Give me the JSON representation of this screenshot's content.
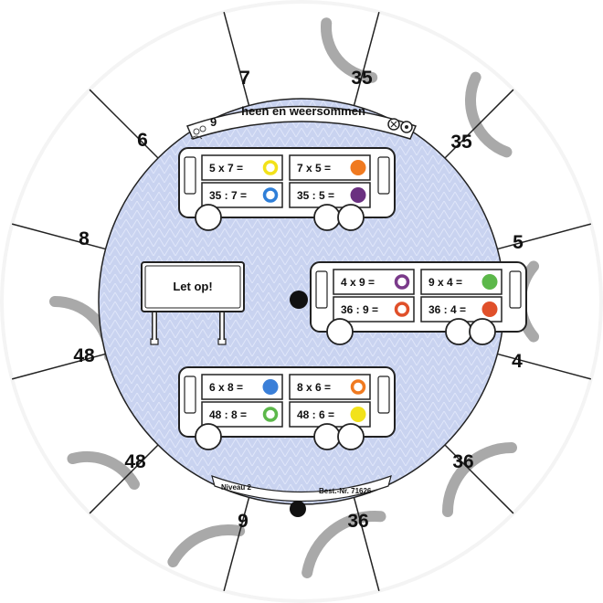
{
  "ribbon": {
    "title": "heen en weersommen",
    "badge_number": "9",
    "badge_icon": "people-icon",
    "right_icon": "twin-circle-icon"
  },
  "footer": {
    "level": "Niveau 2",
    "order_number": "Best.-Nr. 71626"
  },
  "sign": {
    "text": "Let op!"
  },
  "outer_numbers": [
    "7",
    "35",
    "35",
    "5",
    "4",
    "36",
    "36",
    "9",
    "48",
    "48",
    "8",
    "6"
  ],
  "buses": [
    {
      "cells": [
        {
          "text": "5 x 7 =",
          "color": "#f2e21a",
          "style": "ring"
        },
        {
          "text": "7 x 5 =",
          "color": "#f07a20",
          "style": "dot"
        },
        {
          "text": "35 : 7 =",
          "color": "#2f7fd8",
          "style": "ring"
        },
        {
          "text": "35 : 5 =",
          "color": "#6a3080",
          "style": "dot"
        }
      ]
    },
    {
      "cells": [
        {
          "text": "4 x 9 =",
          "color": "#7a3a8a",
          "style": "ring"
        },
        {
          "text": "9 x 4 =",
          "color": "#5cb84a",
          "style": "dot"
        },
        {
          "text": "36 : 9 =",
          "color": "#e0502a",
          "style": "ring"
        },
        {
          "text": "36 : 4 =",
          "color": "#e0502a",
          "style": "dot"
        }
      ]
    },
    {
      "cells": [
        {
          "text": "6 x 8 =",
          "color": "#3a7fd8",
          "style": "dot"
        },
        {
          "text": "8 x 6 =",
          "color": "#f07a20",
          "style": "ring"
        },
        {
          "text": "48 : 8 =",
          "color": "#5cb84a",
          "style": "ring"
        },
        {
          "text": "48 : 6 =",
          "color": "#f2e21a",
          "style": "dot"
        }
      ]
    }
  ],
  "colors": {
    "disc_fill": "#c9d3f0",
    "arc_gray": "#a9a9a9",
    "line": "#222222"
  }
}
